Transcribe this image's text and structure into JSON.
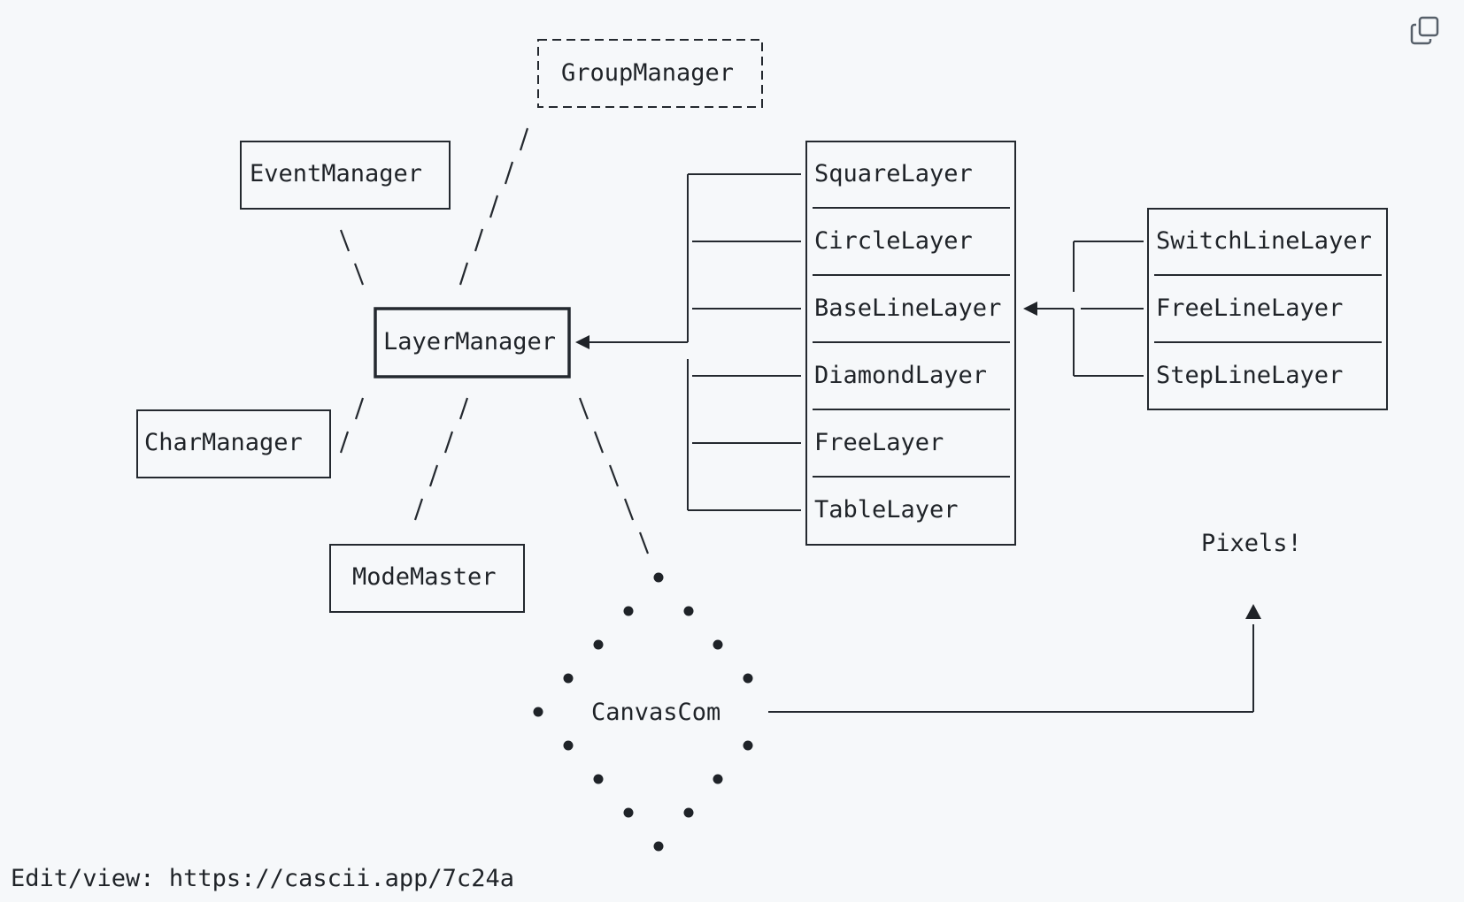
{
  "diagram": {
    "group_manager": "GroupManager",
    "event_manager": "EventManager",
    "layer_manager": "LayerManager",
    "char_manager": "CharManager",
    "mode_master": "ModeMaster",
    "canvas_com": "CanvasCom",
    "layers": [
      "SquareLayer",
      "CircleLayer",
      "BaseLineLayer",
      "DiamondLayer",
      "FreeLayer",
      "TableLayer"
    ],
    "line_layers": [
      "SwitchLineLayer",
      "FreeLineLayer",
      "StepLineLayer"
    ],
    "pixels": "Pixels!"
  },
  "footer": {
    "label": "Edit/view:",
    "url": "https://cascii.app/7c24a"
  },
  "toolbar": {
    "copy_icon": "copy-icon"
  }
}
